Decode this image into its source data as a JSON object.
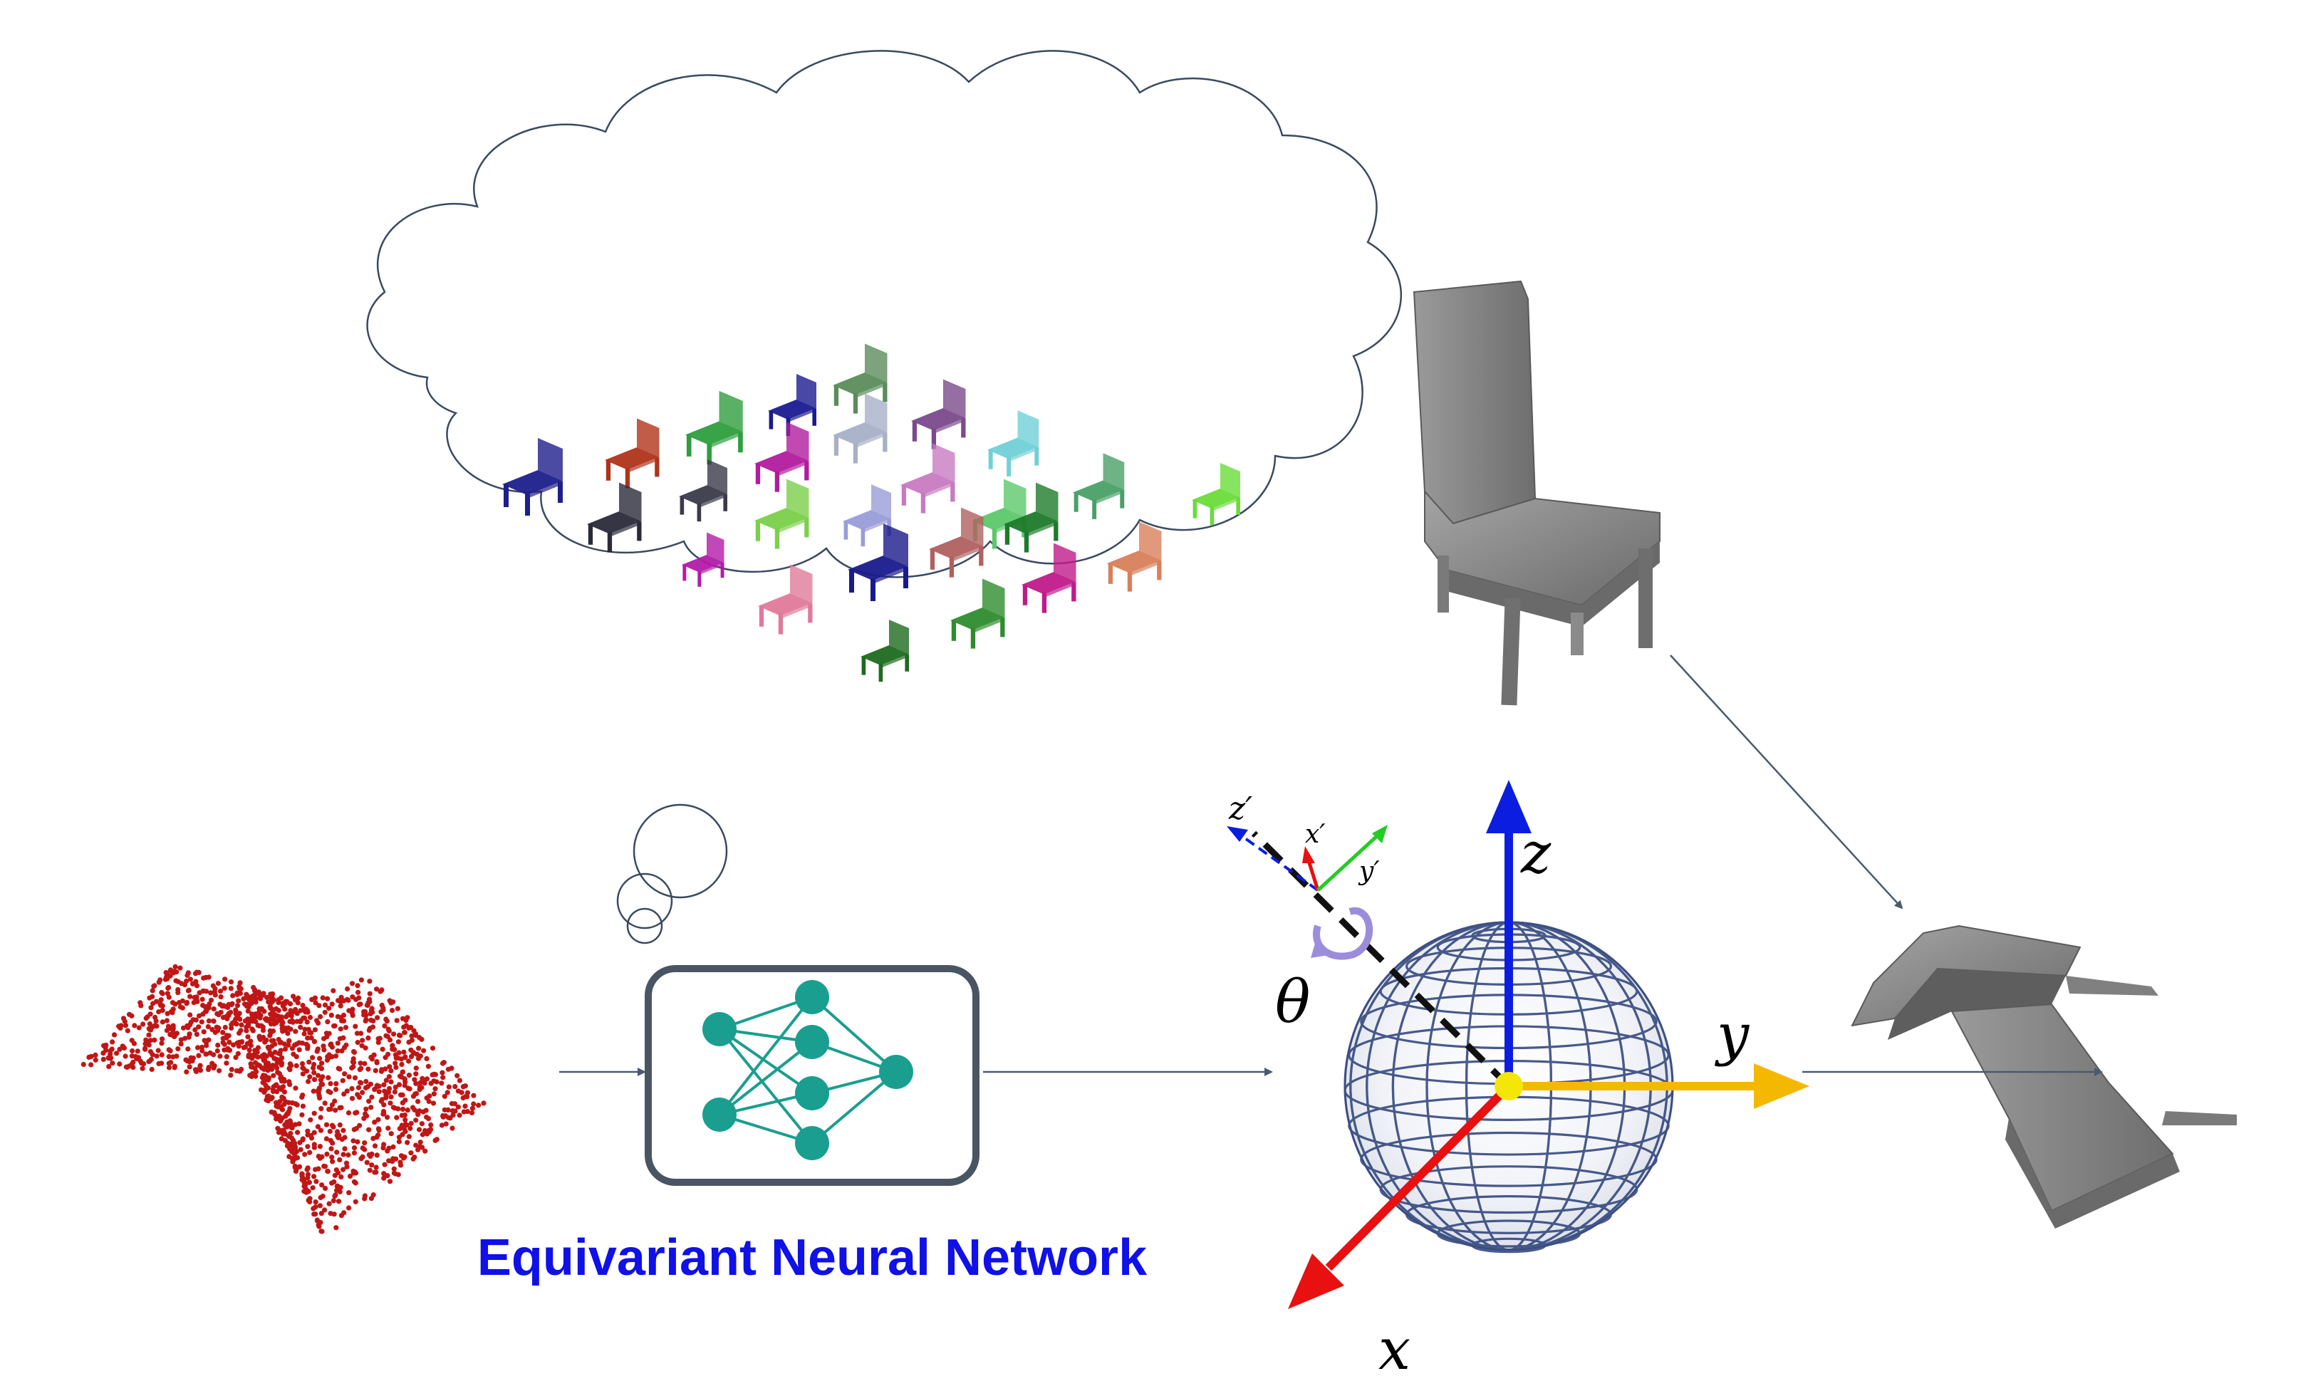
{
  "network": {
    "label": "Equivariant Neural Network"
  },
  "axes": {
    "x": "x",
    "y": "y",
    "z": "z",
    "x_prime": "x′",
    "y_prime": "y′",
    "z_prime": "z′",
    "theta": "θ"
  },
  "colors": {
    "x_axis": "#e81010",
    "y_axis": "#f5b800",
    "z_axis": "#0b1ee0",
    "y_prime_axis": "#22cc22",
    "rotation_arc": "#9c8ddc",
    "network_node": "#1a9e8f",
    "network_frame": "#4a5563",
    "point_cloud": "#c01616",
    "connector": "#4a5a70",
    "chair_gray": "#8a8a8a"
  },
  "chair_icon_colors": [
    "#1e1e8c",
    "#b0331a",
    "#2e9e3e",
    "#1a1a90",
    "#5b8c5b",
    "#7a4a8c",
    "#2a2a3a",
    "#3a3a4a",
    "#b21b9e",
    "#a8b0c8",
    "#70d0d8",
    "#c87ac0",
    "#7ad04a",
    "#9a9cd8",
    "#5cc86a",
    "#4aa068",
    "#b31aa8",
    "#1a1a8c",
    "#b06060",
    "#1e7a2a",
    "#6adc3a",
    "#c01a8a",
    "#d8805a",
    "#2e8c2e",
    "#1e6a1e",
    "#e07a9a"
  ]
}
